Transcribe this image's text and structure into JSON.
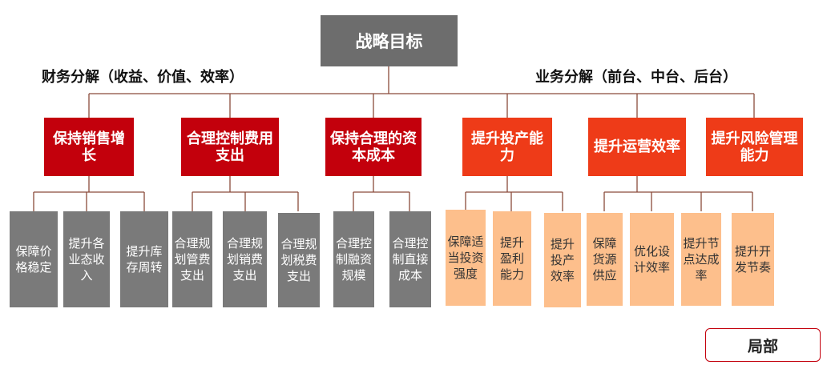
{
  "root": "战略目标",
  "left_heading": "财务分解（收益、价值、效率）",
  "right_heading": "业务分解（前台、中台、后台）",
  "badge": "局部",
  "colors": {
    "root": "#6d6d6d",
    "financial": "#c3000c",
    "business": "#ee3b18",
    "leaf_gray": "#7a7a7a",
    "leaf_peach": "#fdbf8c",
    "connector": "#8a4a3a"
  },
  "branches": [
    {
      "label": "保持销售增长",
      "leaves": [
        "保障价格稳定",
        "提升各业态收入",
        "提升库存周转"
      ]
    },
    {
      "label": "合理控制费用支出",
      "leaves": [
        "合理规划管费支出",
        "合理规划销费支出",
        "合理规划税费支出"
      ]
    },
    {
      "label": "保持合理的资本成本",
      "leaves": [
        "合理控制融资规模",
        "合理控制直接成本"
      ]
    },
    {
      "label": "提升投产能力",
      "leaves": [
        "保障适当投资强度",
        "提升盈利能力",
        "提升投产效率"
      ]
    },
    {
      "label": "提升运营效率",
      "leaves": [
        "保障货源供应",
        "优化设计效率",
        "提升节点达成率",
        "提升开发节奏"
      ]
    },
    {
      "label": "提升风险管理能力",
      "leaves": []
    }
  ]
}
